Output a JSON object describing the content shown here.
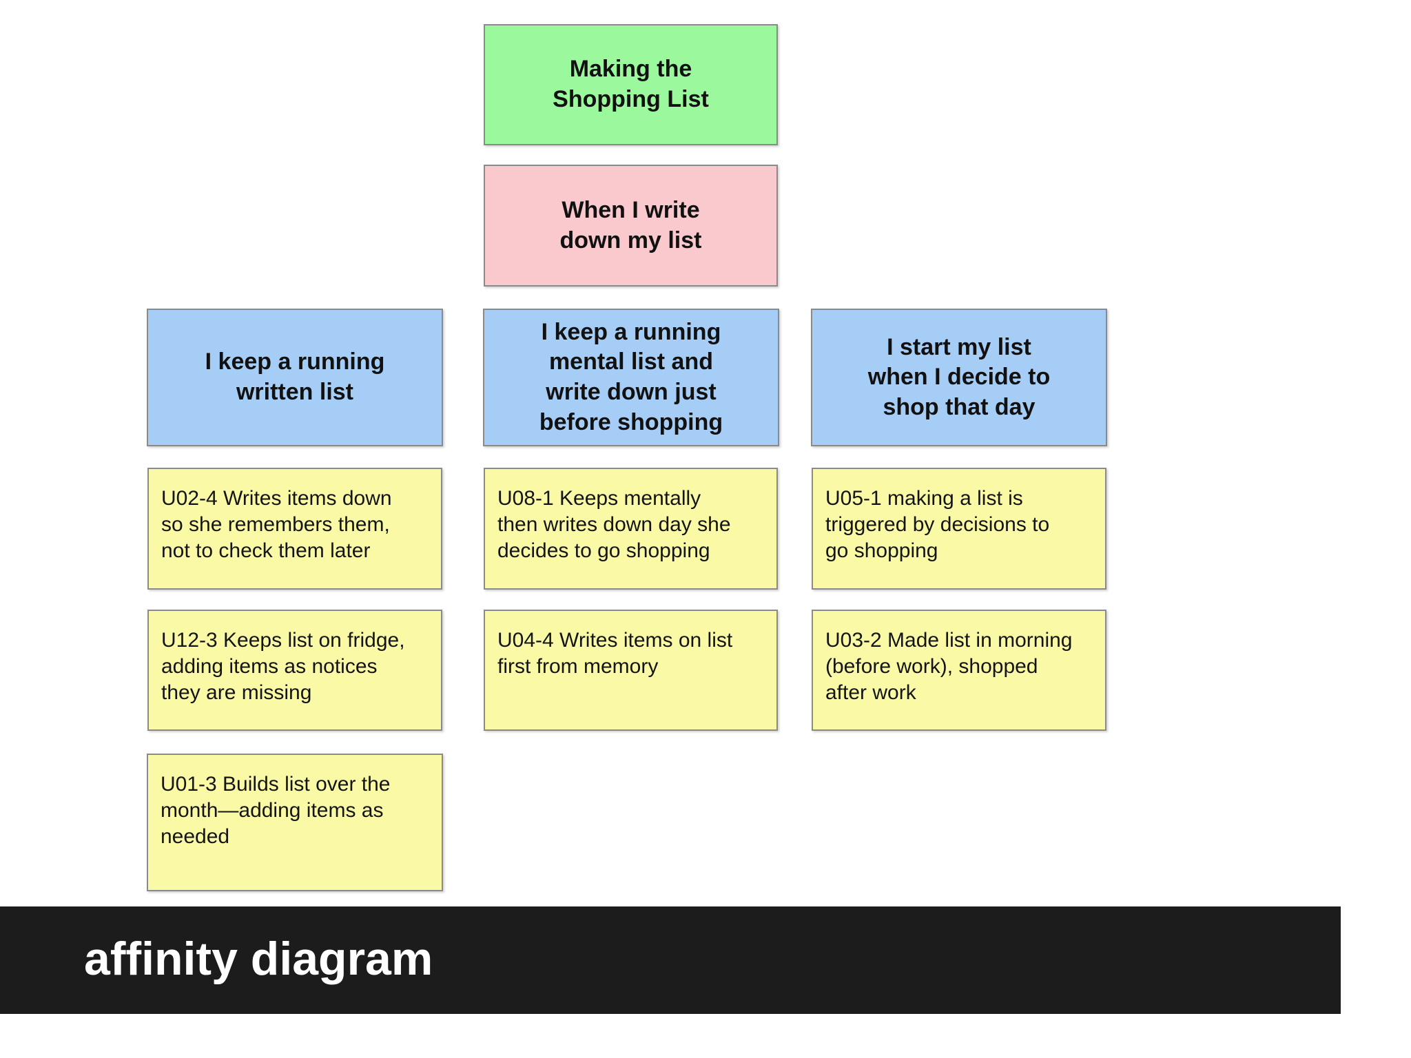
{
  "diagram": {
    "top_note": {
      "text": "Making the\nShopping List",
      "color": "#9cf89c"
    },
    "second_note": {
      "text": "When I write\ndown my list",
      "color": "#f9c9cd"
    },
    "groups": [
      {
        "header": "I keep a running\nwritten list",
        "items": [
          "U02-4 Writes items down\nso she remembers them,\nnot to check them later",
          "U12-3 Keeps list on fridge,\nadding items as notices\nthey are missing",
          "U01-3 Builds list over the\nmonth—adding items as\nneeded"
        ]
      },
      {
        "header": "I keep a running\nmental list and\nwrite down just\nbefore shopping",
        "items": [
          "U08-1 Keeps mentally\nthen writes down day she\ndecides to go shopping",
          "U04-4 Writes items on list\nfirst from memory"
        ]
      },
      {
        "header": "I start my list\nwhen I decide to\nshop that day",
        "items": [
          "U05-1 making a list is\ntriggered by decisions to\ngo shopping",
          "U03-2 Made list in morning\n(before work), shopped\nafter work"
        ]
      }
    ],
    "colors": {
      "green": "#9cf89c",
      "pink": "#f9c9cd",
      "blue": "#a6cdf6",
      "yellow": "#fafaa6",
      "border": "#8a8a8a"
    }
  },
  "caption": {
    "text": "affinity diagram",
    "bar_color": "#1c1c1c",
    "text_color": "#ffffff"
  }
}
